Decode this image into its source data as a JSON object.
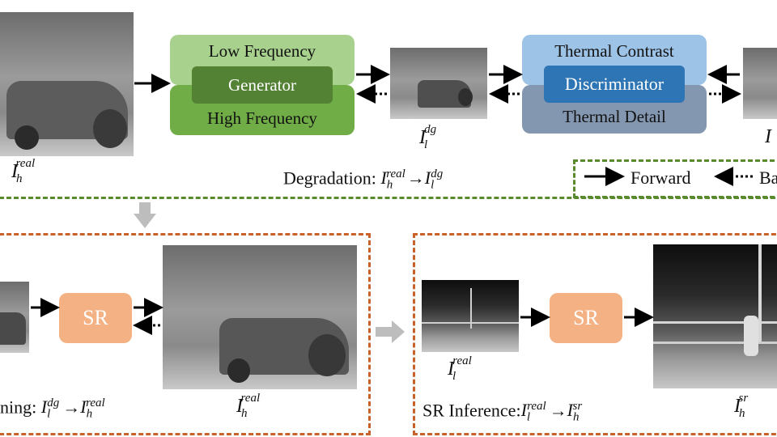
{
  "generator": {
    "low": "Low Frequency",
    "mid": "Generator",
    "high": "High Frequency"
  },
  "discriminator": {
    "top": "Thermal Contrast",
    "mid": "Discriminator",
    "bottom": "Thermal Detail"
  },
  "legend": {
    "forward": "Forward",
    "backward_partial": "Ba"
  },
  "degradation": {
    "prefix": "Degradation: "
  },
  "sr_training": {
    "prefix": "ning: ",
    "box": "SR"
  },
  "sr_inference": {
    "prefix": "SR Inference:",
    "box": "SR"
  },
  "symbols": {
    "I": "I",
    "h": "h",
    "l": "l",
    "real": "real",
    "dg": "dg",
    "sr": "sr",
    "arrow": "→"
  },
  "colors": {
    "green_dash": "#5a8a2e",
    "orange_dash": "#c8612a",
    "gen_low": "#a9d18e",
    "gen_mid": "#548235",
    "gen_high": "#70ad47",
    "disc_top": "#9dc3e6",
    "disc_mid": "#2e75b6",
    "disc_bottom": "#8497b0",
    "sr_box": "#f4b183"
  }
}
